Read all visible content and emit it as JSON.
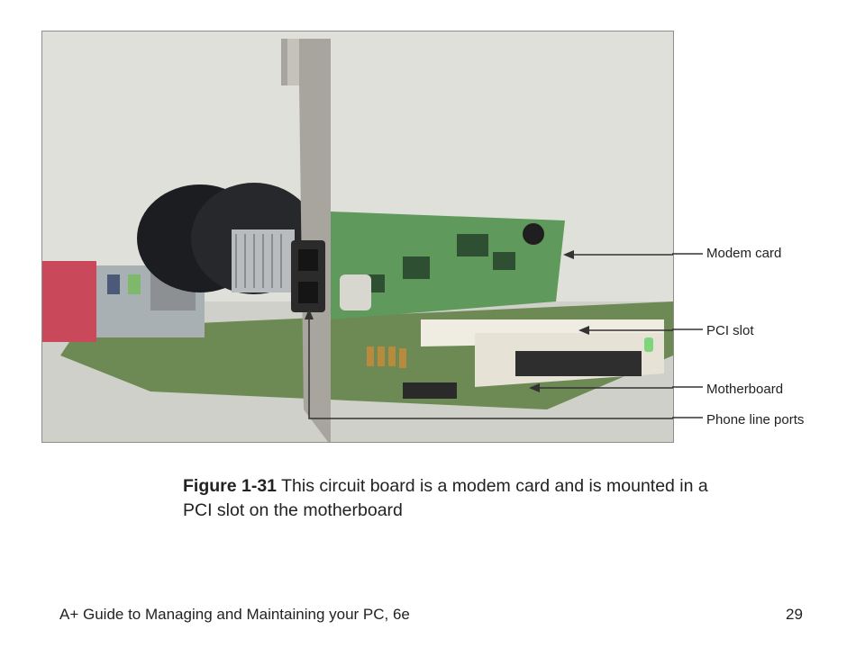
{
  "figure": {
    "callouts": [
      {
        "id": "modem",
        "label": "Modem card"
      },
      {
        "id": "pci",
        "label": "PCI slot"
      },
      {
        "id": "mobo",
        "label": "Motherboard"
      },
      {
        "id": "phone",
        "label": "Phone line ports"
      }
    ],
    "caption_number": "Figure 1-31",
    "caption_text": " This circuit board is a modem card and is mounted in a PCI slot on the motherboard"
  },
  "footer": {
    "book_title": "A+ Guide to Managing and Maintaining your PC, 6e",
    "page_number": "29"
  },
  "colors": {
    "pcb_green": "#5f9a5c",
    "motherboard_green": "#6d8a55",
    "bracket_gray": "#a8a59e",
    "slot_white": "#efece2",
    "fan_black": "#1c1d20",
    "callout_line": "#333333"
  }
}
